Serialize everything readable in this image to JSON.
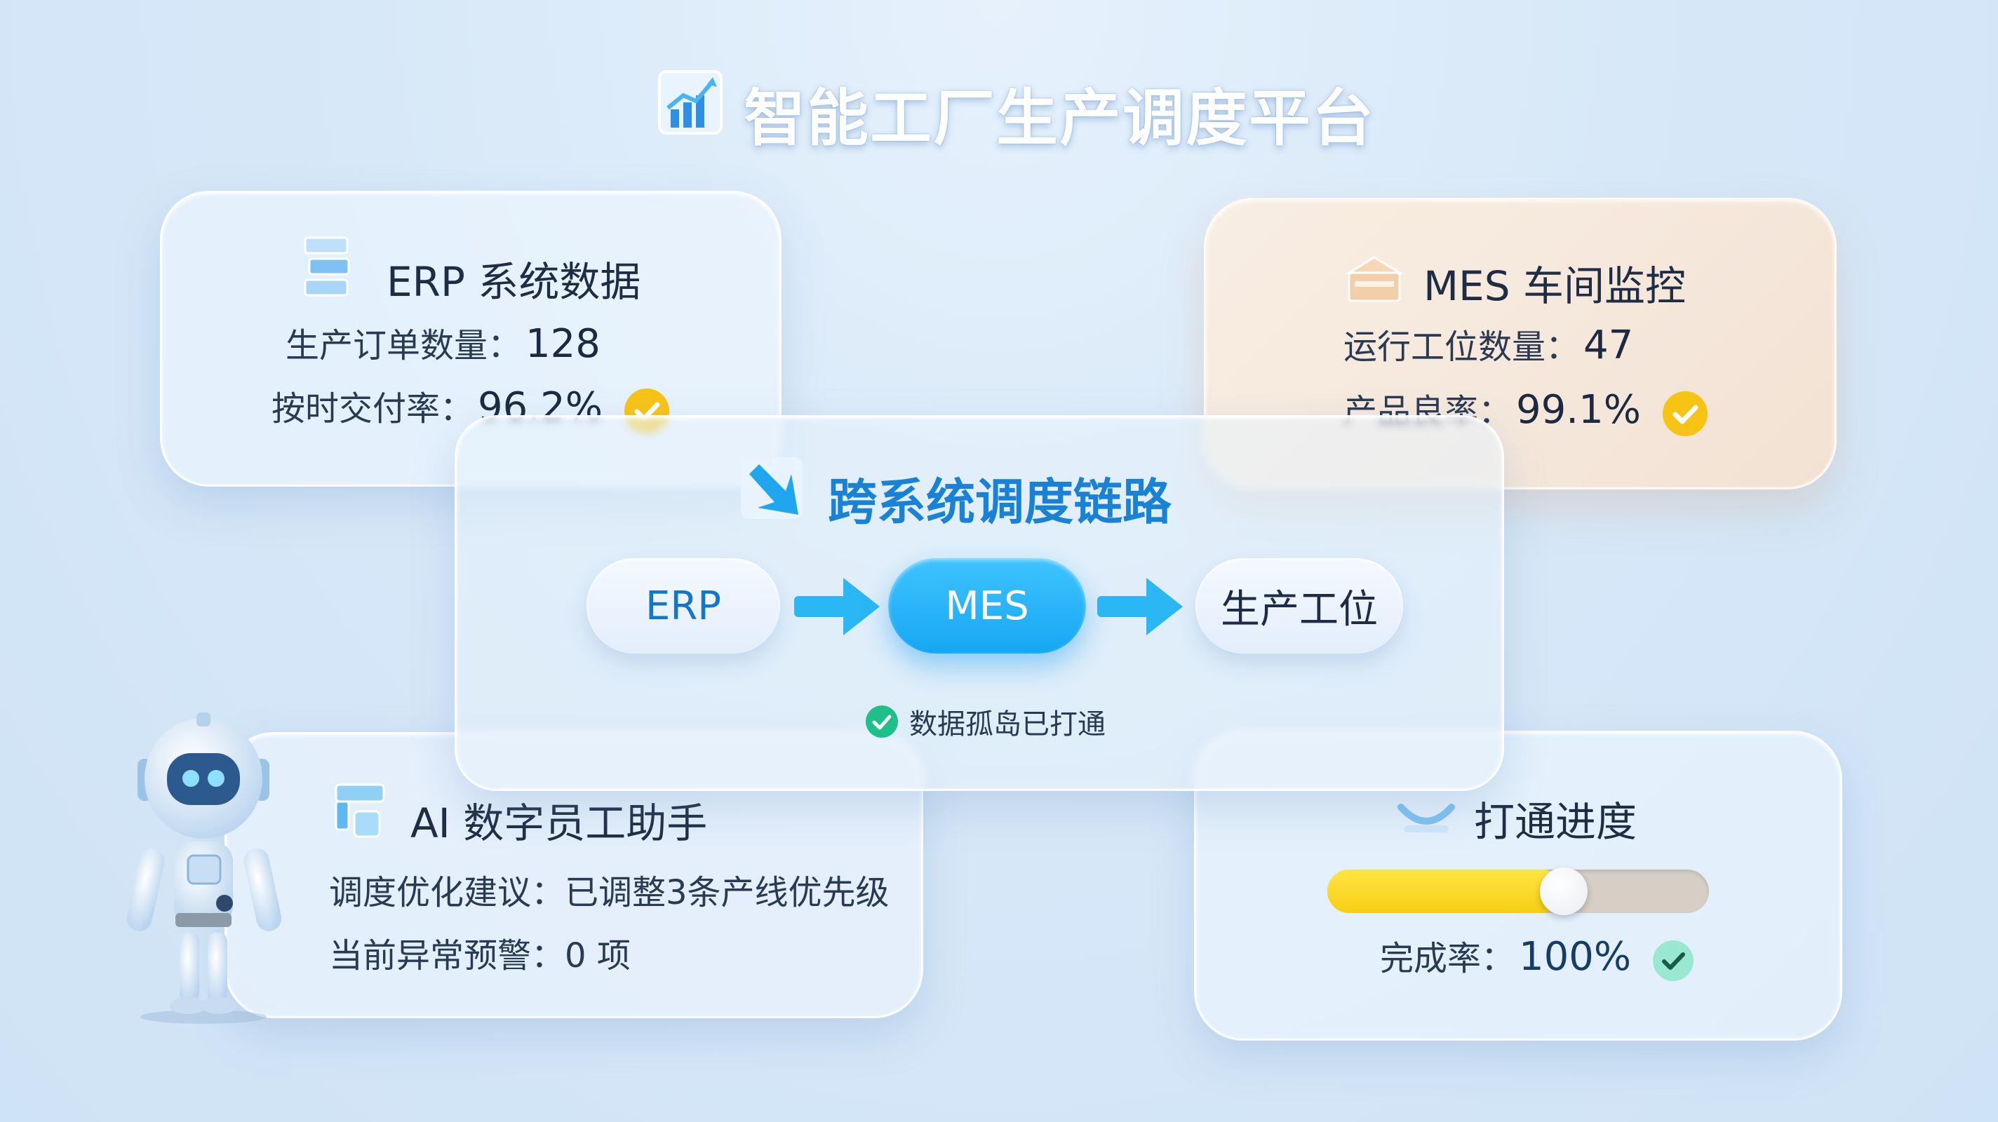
{
  "header": {
    "title": "智能工厂生产调度平台",
    "icon": "bar-chart-icon"
  },
  "erp_card": {
    "title": "ERP 系统数据",
    "icon": "database-icon",
    "rows": [
      {
        "label": "生产订单数量：",
        "value": "128"
      },
      {
        "label": "按时交付率：",
        "value": "96.2%"
      }
    ]
  },
  "mes_card": {
    "title": "MES 车间监控",
    "icon": "factory-icon",
    "rows": [
      {
        "label": "运行工位数量：",
        "value": "47"
      },
      {
        "label": "产品良率：",
        "value": "99.1%"
      }
    ]
  },
  "link_card": {
    "title": "跨系统调度链路",
    "icon": "arrow-down-right-icon",
    "nodes": [
      "ERP",
      "MES",
      "生产工位"
    ],
    "status": "数据孤岛已打通"
  },
  "ai_card": {
    "title": "AI 数字员工助手",
    "icon": "chip-icon",
    "rows": [
      {
        "label": "调度优化建议：",
        "value": "已调整3条产线优先级"
      },
      {
        "label": "当前异常预警：",
        "value": "0 项"
      }
    ]
  },
  "progress_card": {
    "title": "打通进度",
    "icon": "bridge-icon",
    "bar_fraction": 0.62,
    "rate_label": "完成率：",
    "rate_value": "100%"
  },
  "colors": {
    "accent": "#16a7f2",
    "check_yellow": "#f7c416",
    "check_green": "#1fbf8a",
    "check_mint": "#9be8d2"
  }
}
